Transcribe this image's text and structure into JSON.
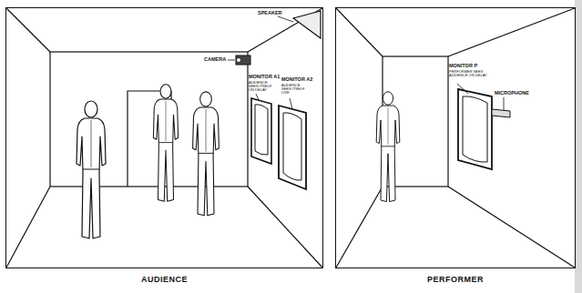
{
  "diagram": {
    "nodes": [
      {
        "text": [
          "AUDIENCE"
        ]
      },
      {
        "text": [
          "PERFORMER"
        ]
      }
    ],
    "labels": [
      "SPEAKER",
      "CAMERA",
      "MONITOR A1",
      "AUDIENCE SEES ITSELF ON DELAY",
      "MONITOR A2",
      "AUDIENCE SEES ITSELF LIVE",
      "MONITOR P",
      "PERFORMER SEES AUDIENCE ON DELAY",
      "MICROPHONE"
    ]
  }
}
